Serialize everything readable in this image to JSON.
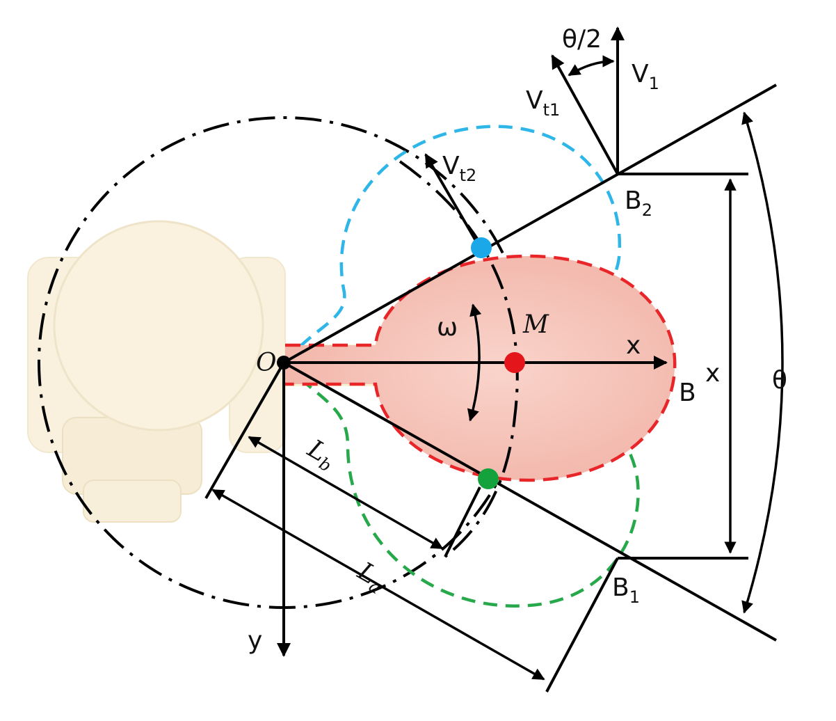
{
  "labels": {
    "origin": "O",
    "point_m": "M",
    "point_b": "B",
    "point_b1": "B",
    "point_b1_sub": "1",
    "point_b2": "B",
    "point_b2_sub": "2",
    "axis_x": "x",
    "axis_y": "y",
    "dim_x": "x",
    "angle_theta": "θ",
    "angle_half_theta": "θ/2",
    "omega": "ω",
    "vel_v1": "V",
    "vel_v1_sub": "1",
    "vel_vt1": "V",
    "vel_vt1_sub": "t1",
    "vel_vt2": "V",
    "vel_vt2_sub": "t2",
    "len_la": "L",
    "len_la_sub": "a",
    "len_lb": "L",
    "len_lb_sub": "b"
  },
  "colors": {
    "red_contour": "#e8262a",
    "red_fill": "#f6c6bd",
    "blue_contour": "#2eb6e8",
    "green_contour": "#27a84a",
    "red_point": "#e4161b",
    "blue_point": "#1aa8e8",
    "green_point": "#14a23c",
    "origin_point": "#000000",
    "robot_body": "#f6ecd2"
  },
  "icons": {
    "background": "robot-top-view-icon"
  }
}
